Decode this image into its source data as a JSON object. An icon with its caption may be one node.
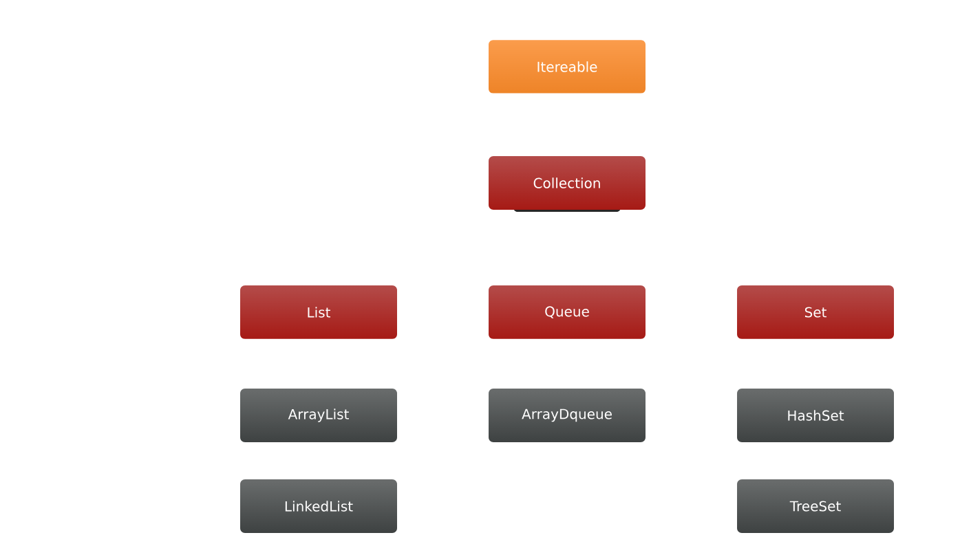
{
  "diagram": {
    "nodes": [
      {
        "text": [
          "Itereable"
        ]
      },
      {
        "text": [
          "Collection"
        ]
      },
      {
        "text": [
          "List"
        ]
      },
      {
        "text": [
          "Queue"
        ]
      },
      {
        "text": [
          "Set"
        ]
      },
      {
        "text": [
          "ArrayList"
        ]
      },
      {
        "text": [
          "ArrayDqueue"
        ]
      },
      {
        "text": [
          "HashSet"
        ]
      },
      {
        "text": [
          "LinkedList"
        ]
      },
      {
        "text": [
          "TreeSet"
        ]
      }
    ]
  }
}
